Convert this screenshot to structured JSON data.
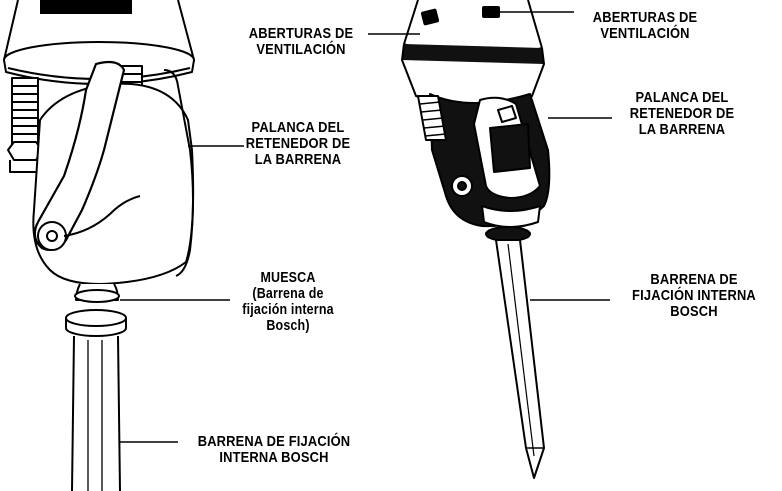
{
  "left_figure": {
    "labels": {
      "vent": [
        "ABERTURAS DE",
        "VENTILACIÓN"
      ],
      "lever": [
        "PALANCA DEL",
        "RETENEDOR DE",
        "LA BARRENA"
      ],
      "notch": [
        "MUESCA",
        "(Barrena de",
        "fijación interna",
        "Bosch)"
      ],
      "bit": [
        "BARRENA DE FIJACIÓN",
        "INTERNA BOSCH"
      ]
    }
  },
  "right_figure": {
    "labels": {
      "vent": [
        "ABERTURAS DE",
        "VENTILACIÓN"
      ],
      "lever": [
        "PALANCA DEL",
        "RETENEDOR DE",
        "LA BARRENA"
      ],
      "bit": [
        "BARRENA DE",
        "FIJACIÓN INTERNA",
        "BOSCH"
      ]
    }
  },
  "colors": {
    "ink": "#000000",
    "paper": "#ffffff",
    "body_dark": "#111111"
  }
}
